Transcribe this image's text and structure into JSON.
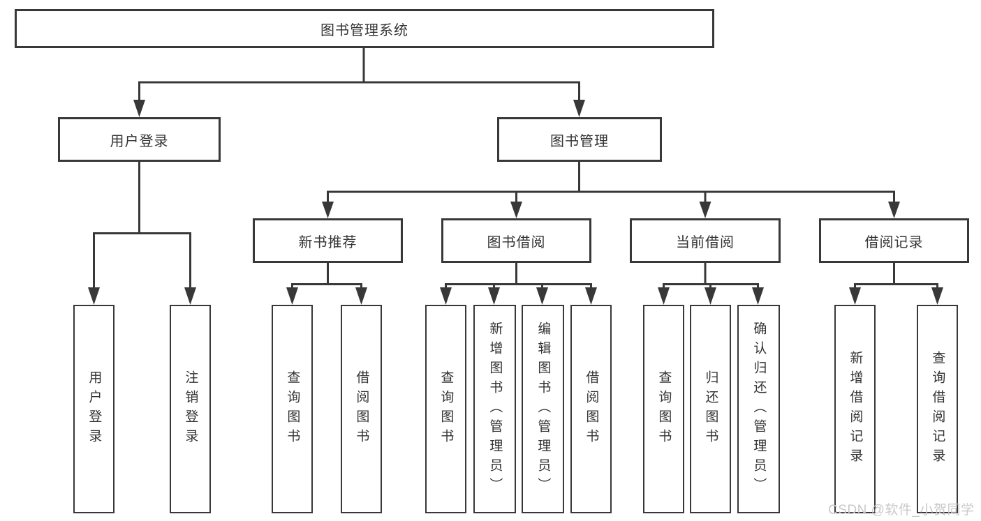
{
  "title": "图书管理系统",
  "nodes": {
    "user_login": {
      "label": "用户登录",
      "children": [
        {
          "label": "用户登录"
        },
        {
          "label": "注销登录"
        }
      ]
    },
    "book_management": {
      "label": "图书管理"
    },
    "new_book_recommend": {
      "label": "新书推荐",
      "children": [
        {
          "label": "查询图书"
        },
        {
          "label": "借阅图书"
        }
      ]
    },
    "book_borrowing": {
      "label": "图书借阅",
      "children": [
        {
          "label": "查询图书"
        },
        {
          "label": "新增图书（管理员）"
        },
        {
          "label": "编辑图书（管理员）"
        },
        {
          "label": "借阅图书"
        }
      ]
    },
    "current_borrowing": {
      "label": "当前借阅",
      "children": [
        {
          "label": "查询图书"
        },
        {
          "label": "归还图书"
        },
        {
          "label": "确认归还（管理员）"
        }
      ]
    },
    "borrowing_records": {
      "label": "借阅记录",
      "children": [
        {
          "label": "新增借阅记录"
        },
        {
          "label": "查询借阅记录"
        }
      ]
    }
  },
  "watermark": {
    "text": "CSDN @软件_小贺同学"
  },
  "colors": {
    "line": "#383838",
    "box_border": "#383838",
    "text": "#333333",
    "watermark": "#c9c9c9",
    "background": "#ffffff"
  }
}
